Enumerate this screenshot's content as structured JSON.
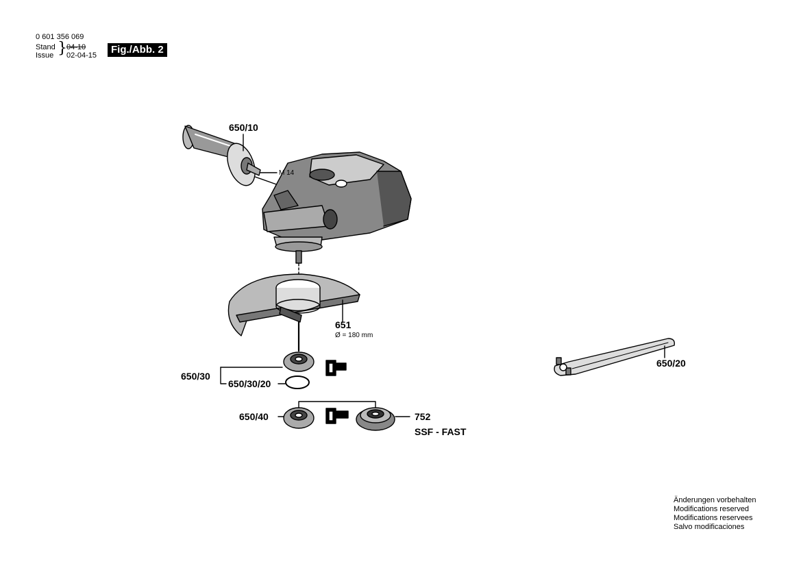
{
  "header": {
    "part_number": "0 601 356 069",
    "stand_label": "Stand",
    "issue_label": "Issue",
    "old_date": "04-10",
    "new_date": "02-04-15",
    "figure_label": "Fig./Abb. 2"
  },
  "labels": {
    "handle": "650/10",
    "thread": "M 14",
    "guard": "651",
    "guard_diameter": "Ø = 180 mm",
    "flange_set": "650/30",
    "o_ring": "650/30/20",
    "clamp_nut": "650/40",
    "quick_nut": "752",
    "quick_nut_name": "SSF - FAST",
    "spanner": "650/20"
  },
  "notes": [
    "Änderungen vorbehalten",
    "Modifications reserved",
    "Modifications reservees",
    "Salvo modificaciones"
  ]
}
